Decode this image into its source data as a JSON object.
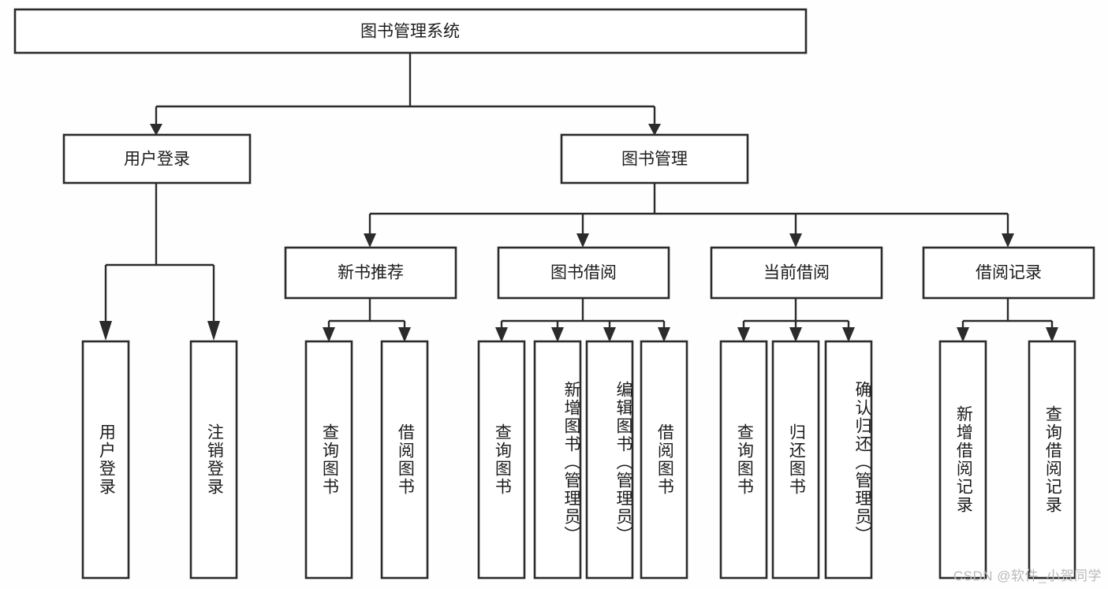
{
  "diagram": {
    "type": "tree-hierarchy",
    "title": "图书管理系统",
    "root": {
      "id": "root",
      "label": "图书管理系统",
      "level": 1
    },
    "level2": [
      {
        "id": "user-login",
        "label": "用户登录"
      },
      {
        "id": "book-management",
        "label": "图书管理"
      }
    ],
    "level3": [
      {
        "id": "new-book-recommend",
        "label": "新书推荐",
        "parent": "book-management"
      },
      {
        "id": "book-borrow",
        "label": "图书借阅",
        "parent": "book-management"
      },
      {
        "id": "current-borrow",
        "label": "当前借阅",
        "parent": "book-management"
      },
      {
        "id": "borrow-record",
        "label": "借阅记录",
        "parent": "book-management"
      }
    ],
    "leaves": {
      "user_login": [
        {
          "id": "leaf-user-login",
          "label": "用户登录"
        },
        {
          "id": "leaf-logout",
          "label": "注销登录"
        }
      ],
      "new_book_recommend": [
        {
          "id": "leaf-query-book-1",
          "label": "查询图书"
        },
        {
          "id": "leaf-borrow-book-1",
          "label": "借阅图书"
        }
      ],
      "book_borrow": [
        {
          "id": "leaf-query-book-2",
          "label": "查询图书"
        },
        {
          "id": "leaf-add-book",
          "label": "新增图书（管理员）"
        },
        {
          "id": "leaf-edit-book",
          "label": "编辑图书（管理员）"
        },
        {
          "id": "leaf-borrow-book-2",
          "label": "借阅图书"
        }
      ],
      "current_borrow": [
        {
          "id": "leaf-query-book-3",
          "label": "查询图书"
        },
        {
          "id": "leaf-return-book",
          "label": "归还图书"
        },
        {
          "id": "leaf-confirm-return",
          "label": "确认归还（管理员）"
        }
      ],
      "borrow_record": [
        {
          "id": "leaf-add-record",
          "label": "新增借阅记录"
        },
        {
          "id": "leaf-query-record",
          "label": "查询借阅记录"
        }
      ]
    },
    "colors": {
      "stroke": "#2b2b2b",
      "box_fill": "#ffffff",
      "text": "#1c1c1c",
      "background": "#fefefe",
      "watermark": "#b9b9b9"
    }
  },
  "watermark": {
    "text": "CSDN @软件_小贺同学"
  }
}
